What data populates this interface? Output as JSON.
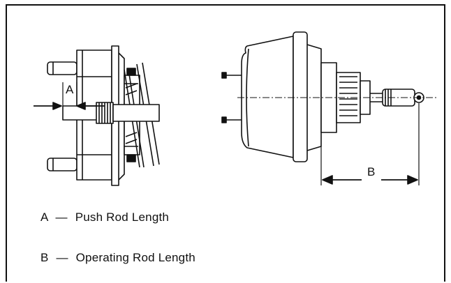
{
  "diagram": {
    "dimension_a": "A",
    "dimension_b": "B"
  },
  "legend": [
    {
      "key": "A",
      "dash": "—",
      "text": "Push Rod Length"
    },
    {
      "key": "B",
      "dash": "—",
      "text": "Operating Rod Length"
    }
  ]
}
